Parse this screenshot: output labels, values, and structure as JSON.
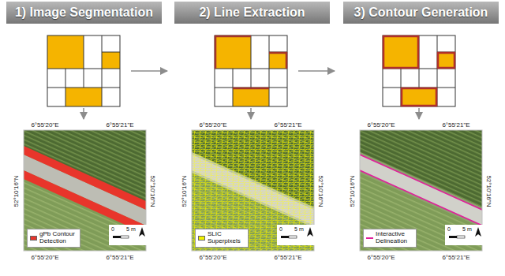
{
  "diagram": {
    "nodes": [
      {
        "text": [
          "1) Image Segmentation"
        ]
      },
      {
        "text": [
          "2) Line Extraction"
        ]
      },
      {
        "text": [
          "3) Contour Generation"
        ]
      }
    ],
    "labels": [
      "6°55'20\"E",
      "6°55'21\"E",
      "52°10'16\"N",
      "52°10'16\"N",
      "6°55'20\"E",
      "6°55'21\"E",
      "0",
      "5",
      "m",
      "6°55'20\"E",
      "6°55'21\"E",
      "52°10'16\"N",
      "52°10'16\"N",
      "6°55'20\"E",
      "6°55'21\"E",
      "0",
      "5",
      "m",
      "6°55'20\"E",
      "6°55'21\"E",
      "52°10'16\"N",
      "52°10'16\"N",
      "6°55'20\"E",
      "6°55'21\"E",
      "0",
      "5",
      "m"
    ],
    "legend": [
      {
        "text": "gPb Contour Detection",
        "color": "#e8352b"
      },
      {
        "text": "SLIC Superpixels",
        "color": "#f2f200"
      },
      {
        "text": "Interactive Delineation"
      }
    ]
  }
}
